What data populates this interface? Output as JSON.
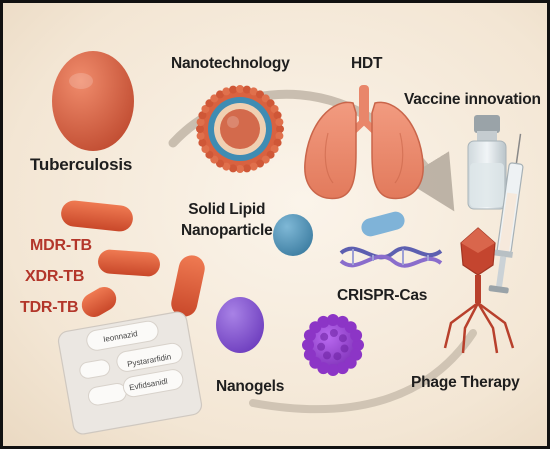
{
  "labels": {
    "tuberculosis": "Tuberculosis",
    "nanotechnology": "Nanotechnology",
    "hdt": "HDT",
    "vaccine": "Vaccine innovation",
    "sln_line1": "Solid Lipid",
    "sln_line2": "Nanoparticle",
    "crispr": "CRISPR-Cas",
    "mdr": "MDR-TB",
    "xdr": "XDR-TB",
    "tdr": "TDR-TB",
    "nanogels": "Nanogels",
    "phage": "Phage Therapy"
  },
  "blister_pills": [
    "Ieonnazid",
    "Pystararfidin",
    "Evfidsanidl"
  ],
  "icons": [
    "tuberculosis-bacterium-icon",
    "solid-lipid-nanoparticle-icon",
    "lungs-icon",
    "vaccine-vial-icon",
    "syringe-icon",
    "bacteriophage-icon",
    "crispr-dna-icon",
    "nanogel-particle-icon",
    "drug-capsule-icon",
    "blister-pack-icon"
  ],
  "colors": {
    "accent_red": "#b3362a",
    "bacterium": "#d9654a",
    "capsule": "#d8552f",
    "lungs": "#ec8a6d",
    "nanogel_purple": "#8a4fd0",
    "nanogel_blob": "#9a3fd3",
    "nanoparticle_blue": "#4f93b8",
    "phage": "#c4452f",
    "background": "#f3e6d4"
  }
}
